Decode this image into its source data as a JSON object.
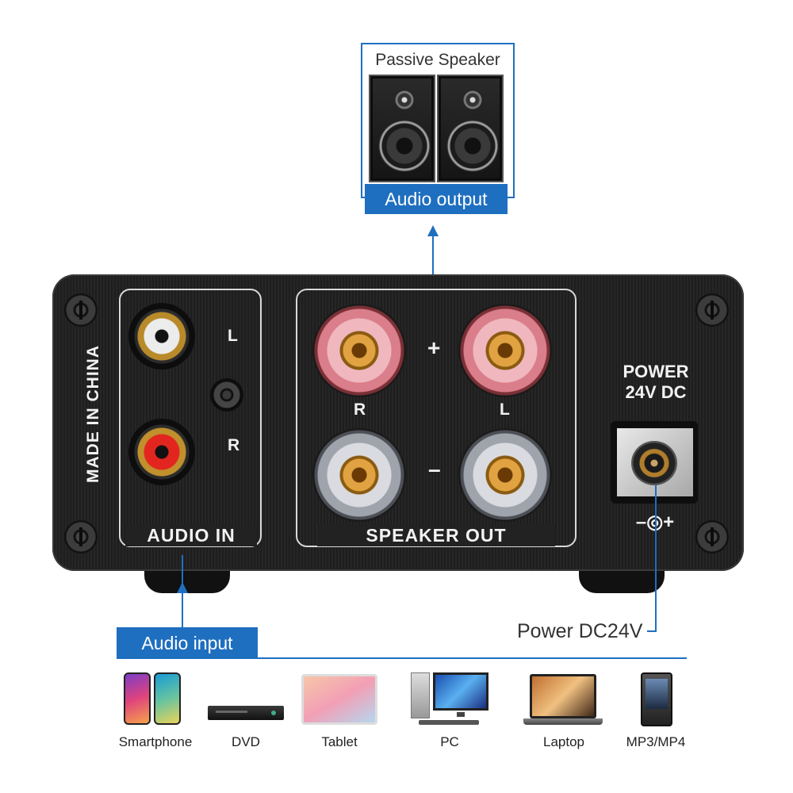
{
  "speaker_box": {
    "title": "Passive Speaker",
    "output_label": "Audio output"
  },
  "amplifier": {
    "made_in": "MADE IN CHINA",
    "audio_in": {
      "label": "AUDIO IN",
      "left": "L",
      "right": "R"
    },
    "speaker_out": {
      "label": "SPEAKER OUT",
      "plus": "+",
      "minus": "–",
      "right": "R",
      "left": "L"
    },
    "power": {
      "line1": "POWER",
      "line2": "24V DC",
      "polarity": "–◎+"
    }
  },
  "annotations": {
    "audio_input": "Audio input",
    "power": "Power DC24V"
  },
  "devices": [
    {
      "label": "Smartphone",
      "icon": "smartphone-icon"
    },
    {
      "label": "DVD",
      "icon": "dvd-player-icon"
    },
    {
      "label": "Tablet",
      "icon": "tablet-icon"
    },
    {
      "label": "PC",
      "icon": "pc-icon"
    },
    {
      "label": "Laptop",
      "icon": "laptop-icon"
    },
    {
      "label": "MP3/MP4",
      "icon": "mp3-player-icon"
    }
  ],
  "colors": {
    "accent": "#1f6fc0",
    "amp_body": "#222222"
  }
}
